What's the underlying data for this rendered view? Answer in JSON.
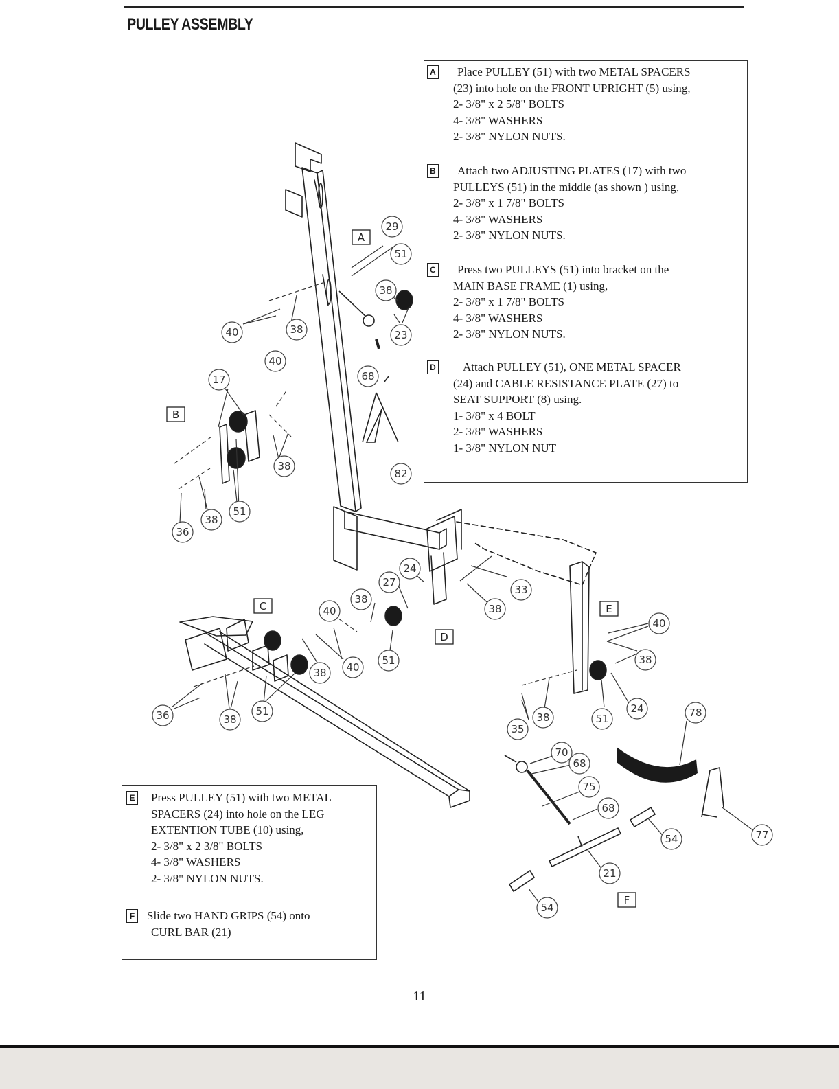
{
  "title": "PULLEY ASSEMBLY",
  "page_number": "11",
  "steps_main": [
    {
      "letter": "A",
      "lines": [
        "Place PULLEY (51) with two METAL SPACERS",
        "(23) into hole on the FRONT UPRIGHT (5)  using,",
        "2- 3/8\" x 2 5/8\" BOLTS",
        "4- 3/8\" WASHERS",
        "2- 3/8\" NYLON NUTS."
      ]
    },
    {
      "letter": "B",
      "lines": [
        "Attach two ADJUSTING PLATES (17) with two",
        "PULLEYS (51) in the middle (as shown ) using,",
        "2- 3/8\" x 1 7/8\" BOLTS",
        "4- 3/8\" WASHERS",
        "2- 3/8\" NYLON NUTS."
      ]
    },
    {
      "letter": "C",
      "lines": [
        "Press two PULLEYS (51) into bracket on the",
        "MAIN BASE FRAME (1) using,",
        "2- 3/8\" x 1 7/8\" BOLTS",
        "4- 3/8\" WASHERS",
        "2- 3/8\" NYLON NUTS."
      ]
    },
    {
      "letter": "D",
      "lines": [
        "Attach PULLEY (51), ONE METAL SPACER",
        "(24) and CABLE RESISTANCE PLATE (27) to",
        "SEAT SUPPORT (8) using.",
        "1- 3/8\" x 4 BOLT",
        "2- 3/8\" WASHERS",
        "1- 3/8\" NYLON NUT"
      ]
    }
  ],
  "steps_bottom": [
    {
      "letter": "E",
      "lines": [
        "Press PULLEY (51) with two METAL",
        "SPACERS (24) into hole on the LEG",
        "EXTENTION TUBE (10) using,",
        "2- 3/8\" x 2 3/8\" BOLTS",
        "4- 3/8\" WASHERS",
        "2- 3/8\" NYLON NUTS."
      ]
    },
    {
      "letter": "F",
      "lines": [
        "Slide two HAND GRIPS (54) onto",
        "CURL BAR (21)"
      ]
    }
  ],
  "diagram_labels": {
    "A": "A",
    "B": "B",
    "C": "C",
    "D": "D",
    "E": "E",
    "F": "F"
  },
  "callouts": [
    {
      "id": "c1",
      "text": "29"
    },
    {
      "id": "c2",
      "text": "51"
    },
    {
      "id": "c3",
      "text": "38"
    },
    {
      "id": "c4",
      "text": "23"
    },
    {
      "id": "c5",
      "text": "40"
    },
    {
      "id": "c6",
      "text": "38"
    },
    {
      "id": "c7",
      "text": "68"
    },
    {
      "id": "c8",
      "text": "82"
    },
    {
      "id": "c9",
      "text": "40"
    },
    {
      "id": "c10",
      "text": "17"
    },
    {
      "id": "c11",
      "text": "38"
    },
    {
      "id": "c12",
      "text": "36"
    },
    {
      "id": "c13",
      "text": "38"
    },
    {
      "id": "c14",
      "text": "51"
    },
    {
      "id": "c15",
      "text": "24"
    },
    {
      "id": "c16",
      "text": "27"
    },
    {
      "id": "c17",
      "text": "38"
    },
    {
      "id": "c18",
      "text": "33"
    },
    {
      "id": "c19",
      "text": "38"
    },
    {
      "id": "c20",
      "text": "40"
    },
    {
      "id": "c21",
      "text": "51"
    },
    {
      "id": "c22",
      "text": "40"
    },
    {
      "id": "c23",
      "text": "38"
    },
    {
      "id": "c24",
      "text": "36"
    },
    {
      "id": "c25",
      "text": "38"
    },
    {
      "id": "c26",
      "text": "51"
    },
    {
      "id": "c27",
      "text": "40"
    },
    {
      "id": "c28",
      "text": "38"
    },
    {
      "id": "c29",
      "text": "24"
    },
    {
      "id": "c30",
      "text": "51"
    },
    {
      "id": "c31",
      "text": "38"
    },
    {
      "id": "c32",
      "text": "35"
    },
    {
      "id": "c33",
      "text": "78"
    },
    {
      "id": "c34",
      "text": "70"
    },
    {
      "id": "c35",
      "text": "68"
    },
    {
      "id": "c36",
      "text": "75"
    },
    {
      "id": "c37",
      "text": "68"
    },
    {
      "id": "c38",
      "text": "54"
    },
    {
      "id": "c39",
      "text": "77"
    },
    {
      "id": "c40",
      "text": "21"
    },
    {
      "id": "c41",
      "text": "54"
    }
  ]
}
